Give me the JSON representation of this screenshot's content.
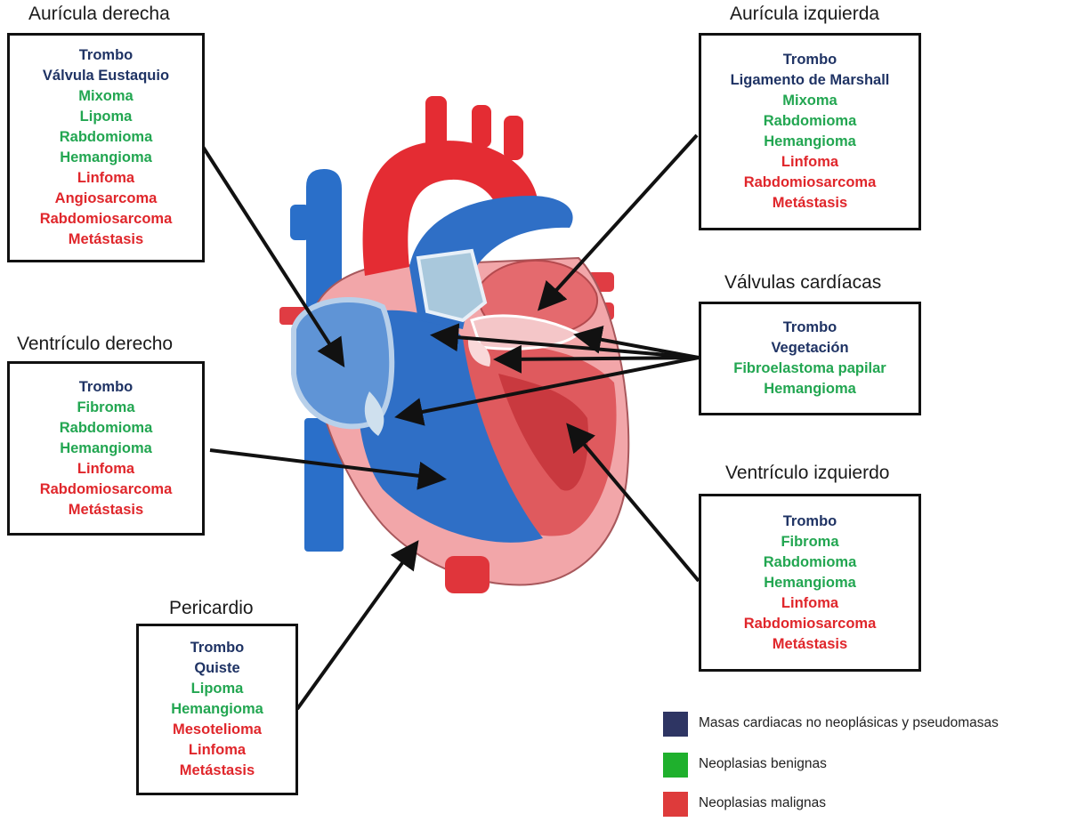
{
  "colors": {
    "nonneoplastic": "#2e3563",
    "benign": "#1fb02d",
    "malignant": "#de3b3b"
  },
  "regions": {
    "ra": {
      "title": "Aurícula derecha",
      "items": [
        {
          "text": "Trombo",
          "cat": "nonneo"
        },
        {
          "text": "Válvula Eustaquio",
          "cat": "nonneo"
        },
        {
          "text": "Mixoma",
          "cat": "benign"
        },
        {
          "text": "Lipoma",
          "cat": "benign"
        },
        {
          "text": "Rabdomioma",
          "cat": "benign"
        },
        {
          "text": "Hemangioma",
          "cat": "benign"
        },
        {
          "text": "Linfoma",
          "cat": "malign"
        },
        {
          "text": "Angiosarcoma",
          "cat": "malign"
        },
        {
          "text": "Rabdomiosarcoma",
          "cat": "malign"
        },
        {
          "text": "Metástasis",
          "cat": "malign"
        }
      ]
    },
    "la": {
      "title": "Aurícula izquierda",
      "items": [
        {
          "text": "Trombo",
          "cat": "nonneo"
        },
        {
          "text": "Ligamento de Marshall",
          "cat": "nonneo"
        },
        {
          "text": "Mixoma",
          "cat": "benign"
        },
        {
          "text": "Rabdomioma",
          "cat": "benign"
        },
        {
          "text": "Hemangioma",
          "cat": "benign"
        },
        {
          "text": "Linfoma",
          "cat": "malign"
        },
        {
          "text": "Rabdomiosarcoma",
          "cat": "malign"
        },
        {
          "text": "Metástasis",
          "cat": "malign"
        }
      ]
    },
    "rv": {
      "title": "Ventrículo derecho",
      "items": [
        {
          "text": "Trombo",
          "cat": "nonneo"
        },
        {
          "text": "Fibroma",
          "cat": "benign"
        },
        {
          "text": "Rabdomioma",
          "cat": "benign"
        },
        {
          "text": "Hemangioma",
          "cat": "benign"
        },
        {
          "text": "Linfoma",
          "cat": "malign"
        },
        {
          "text": "Rabdomiosarcoma",
          "cat": "malign"
        },
        {
          "text": "Metástasis",
          "cat": "malign"
        }
      ]
    },
    "valves": {
      "title": "Válvulas cardíacas",
      "items": [
        {
          "text": "Trombo",
          "cat": "nonneo"
        },
        {
          "text": "Vegetación",
          "cat": "nonneo"
        },
        {
          "text": "Fibroelastoma papilar",
          "cat": "benign"
        },
        {
          "text": "Hemangioma",
          "cat": "benign"
        }
      ]
    },
    "lv": {
      "title": "Ventrículo izquierdo",
      "items": [
        {
          "text": "Trombo",
          "cat": "nonneo"
        },
        {
          "text": "Fibroma",
          "cat": "benign"
        },
        {
          "text": "Rabdomioma",
          "cat": "benign"
        },
        {
          "text": "Hemangioma",
          "cat": "benign"
        },
        {
          "text": "Linfoma",
          "cat": "malign"
        },
        {
          "text": "Rabdomiosarcoma",
          "cat": "malign"
        },
        {
          "text": "Metástasis",
          "cat": "malign"
        }
      ]
    },
    "pericardium": {
      "title": "Pericardio",
      "items": [
        {
          "text": "Trombo",
          "cat": "nonneo"
        },
        {
          "text": "Quiste",
          "cat": "nonneo"
        },
        {
          "text": "Lipoma",
          "cat": "benign"
        },
        {
          "text": "Hemangioma",
          "cat": "benign"
        },
        {
          "text": "Mesotelioma",
          "cat": "malign"
        },
        {
          "text": "Linfoma",
          "cat": "malign"
        },
        {
          "text": "Metástasis",
          "cat": "malign"
        }
      ]
    }
  },
  "legend": [
    {
      "label": "Masas cardiacas no neoplásicas y pseudomasas",
      "cat": "nonneoplastic"
    },
    {
      "label": "Neoplasias benignas",
      "cat": "benign"
    },
    {
      "label": "Neoplasias malignas",
      "cat": "malignant"
    }
  ]
}
